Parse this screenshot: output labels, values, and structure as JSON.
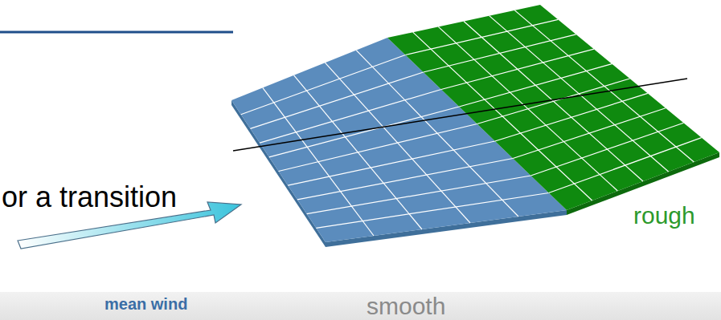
{
  "diagram": {
    "labels": [
      "or a transition",
      "rough",
      "mean wind",
      "smooth"
    ]
  }
}
